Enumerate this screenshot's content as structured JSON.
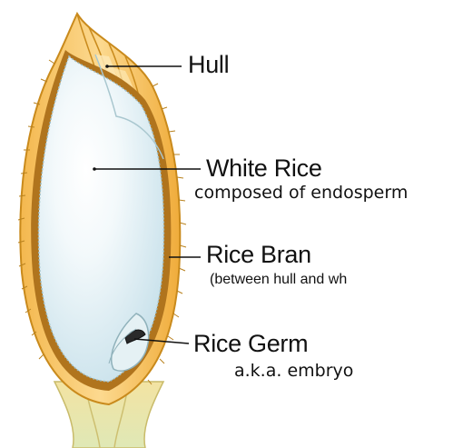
{
  "diagram": {
    "labels": {
      "hull": "Hull",
      "white_rice": "White Rice",
      "white_rice_note": "composed of endosperm",
      "rice_bran": "Rice Bran",
      "rice_bran_note": "(between hull and wh",
      "rice_germ": "Rice Germ",
      "rice_germ_note": "a.k.a. embryo"
    },
    "colors": {
      "hull_outer": "#f6c36a",
      "hull_edge": "#c98a1c",
      "hull_light": "#fde8b4",
      "bran": "#b0741d",
      "endosperm": "#d6eaf1",
      "endosperm_highlight": "#ffffff",
      "endosperm_edge": "#a9c7cf",
      "stem": "#e8e2a0",
      "text": "#111111"
    }
  }
}
